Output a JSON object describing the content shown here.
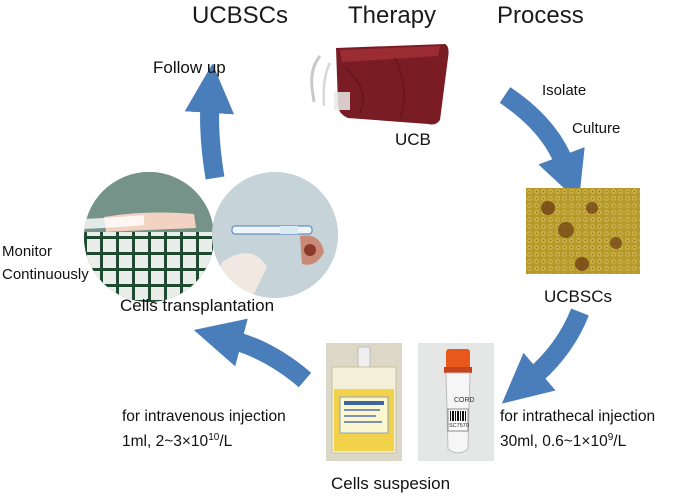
{
  "title": {
    "left": "UCBSCs",
    "center": "Therapy",
    "right": "Process"
  },
  "labels": {
    "follow_up": "Follow up",
    "isolate": "Isolate",
    "culture": "Culture",
    "ucb": "UCB",
    "ucbscs": "UCBSCs",
    "monitor_line1": "Monitor",
    "monitor_line2": "Continuously",
    "cells_transplantation": "Cells transplantation",
    "cells_suspension": "Cells suspesion"
  },
  "iv_note": {
    "line1": "for intravenous  injection",
    "line2_prefix": "1ml, 2~3×10",
    "line2_exp": "10",
    "line2_suffix": "/L"
  },
  "it_note": {
    "line1": "for intrathecal injection",
    "line2_prefix": "30ml, 0.6~1×10",
    "line2_exp": "9",
    "line2_suffix": "/L"
  },
  "vial_label": "CORD",
  "vial_code": "SC7570",
  "colors": {
    "arrow": "#4a7ebb",
    "blood_bag": "#7a1c24",
    "culture_bg": "#b89a2a",
    "vial_cap": "#e8571c",
    "iv_bag_fluid": "#f2d24a"
  },
  "icons": [
    "curved-arrow",
    "blood-bag",
    "cell-culture",
    "iv-bag",
    "vial",
    "patient-bed",
    "syringe-injection"
  ]
}
